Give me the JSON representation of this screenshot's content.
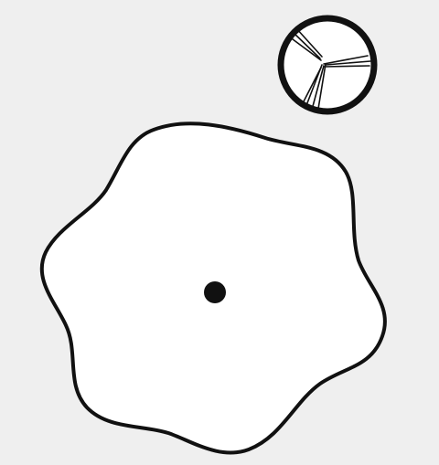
{
  "diagram": {
    "background_color": "#efefef",
    "shape_fill": "#ffffff",
    "stroke_color": "#111111",
    "elements": {
      "blob_shape": "irregular-hexagonal-blob",
      "center_marker": "filled-dot",
      "wheel": "circle-with-three-spokes"
    }
  }
}
